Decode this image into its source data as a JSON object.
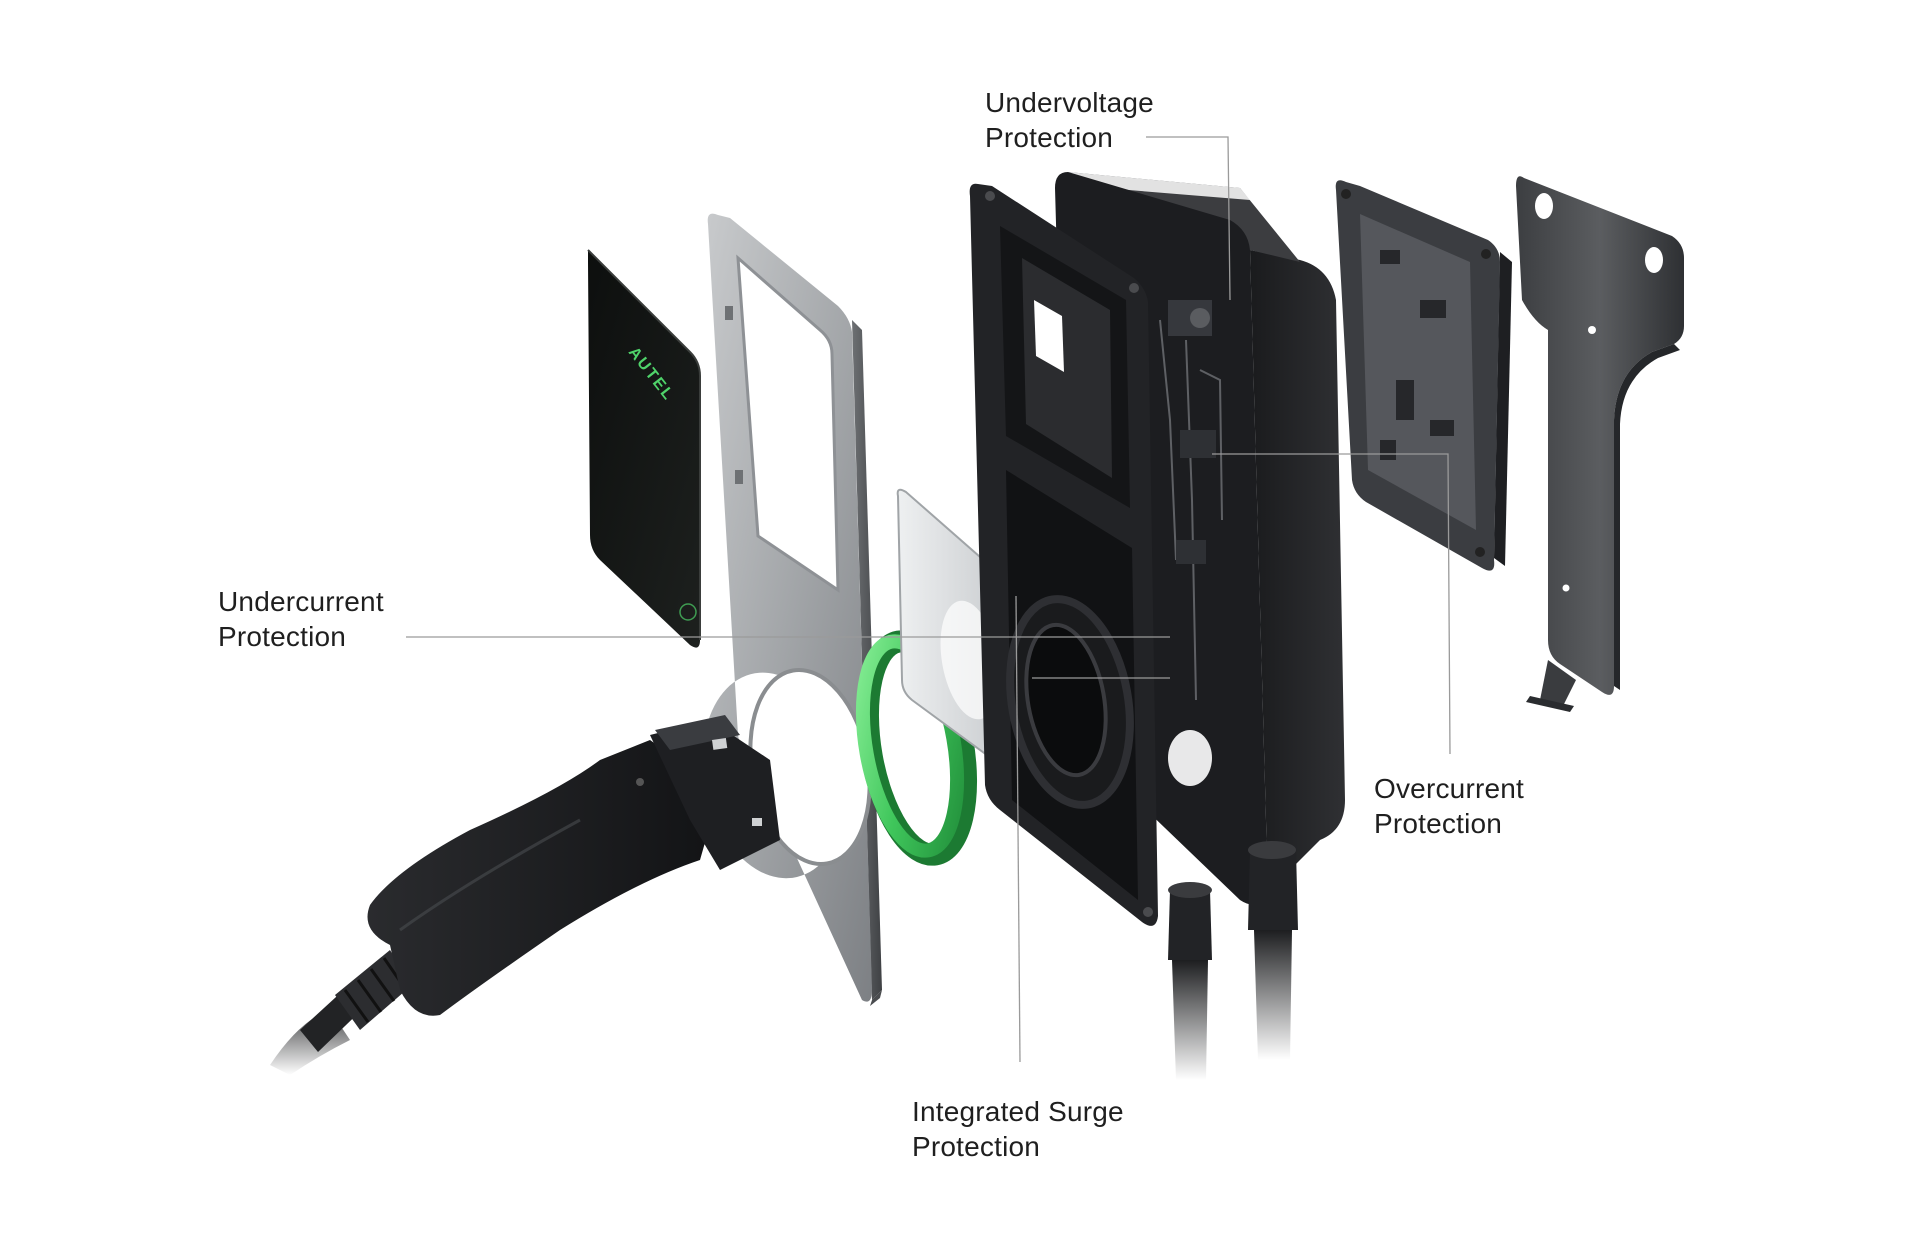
{
  "callouts": {
    "undervoltage": {
      "line1": "Undervoltage",
      "line2": "Protection"
    },
    "undercurrent": {
      "line1": "Undercurrent",
      "line2": "Protection"
    },
    "overcurrent": {
      "line1": "Overcurrent",
      "line2": "Protection"
    },
    "surge": {
      "line1": "Integrated Surge",
      "line2": "Protection"
    }
  },
  "brand": {
    "logo_text": "AUTEL"
  },
  "colors": {
    "accent_green": "#4fd36a",
    "housing_black": "#1b1c1e",
    "plate_silver": "#a7a9ac",
    "leader_line": "#9a9a9a",
    "text": "#1f1f1f"
  }
}
